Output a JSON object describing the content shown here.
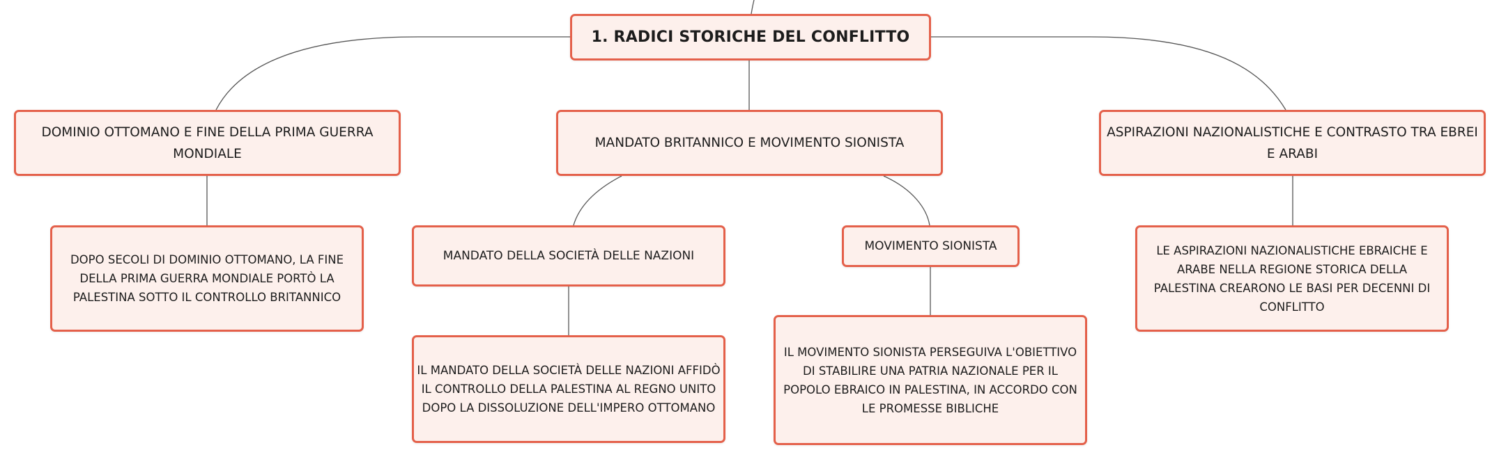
{
  "root": {
    "label": "1. RADICI STORICHE DEL CONFLITTO"
  },
  "branches": {
    "ottomano": {
      "label": "DOMINIO OTTOMANO E FINE DELLA PRIMA GUERRA MONDIALE",
      "detail": "DOPO SECOLI DI DOMINIO OTTOMANO, LA FINE DELLA PRIMA GUERRA MONDIALE PORTÒ LA PALESTINA SOTTO IL CONTROLLO BRITANNICO"
    },
    "mandato": {
      "label": "MANDATO BRITANNICO E MOVIMENTO SIONISTA",
      "children": {
        "societa": {
          "label": "MANDATO DELLA SOCIETÀ DELLE NAZIONI",
          "detail": "IL MANDATO DELLA SOCIETÀ DELLE NAZIONI AFFIDÒ IL CONTROLLO DELLA PALESTINA AL REGNO UNITO DOPO LA DISSOLUZIONE DELL'IMPERO OTTOMANO"
        },
        "sionista": {
          "label": "MOVIMENTO SIONISTA",
          "detail": "IL MOVIMENTO SIONISTA PERSEGUIVA L'OBIETTIVO DI STABILIRE UNA PATRIA NAZIONALE PER IL POPOLO EBRAICO IN PALESTINA, IN ACCORDO CON LE PROMESSE BIBLICHE"
        }
      }
    },
    "aspirazioni": {
      "label": "ASPIRAZIONI NAZIONALISTICHE E CONTRASTO TRA EBREI E ARABI",
      "detail": "LE ASPIRAZIONI NAZIONALISTICHE EBRAICHE E ARABE NELLA REGIONE STORICA DELLA PALESTINA CREARONO LE BASI PER DECENNI DI CONFLITTO"
    }
  },
  "colors": {
    "node_fill": "#fdf0ec",
    "node_border": "#e4604a",
    "connector": "#555555"
  }
}
